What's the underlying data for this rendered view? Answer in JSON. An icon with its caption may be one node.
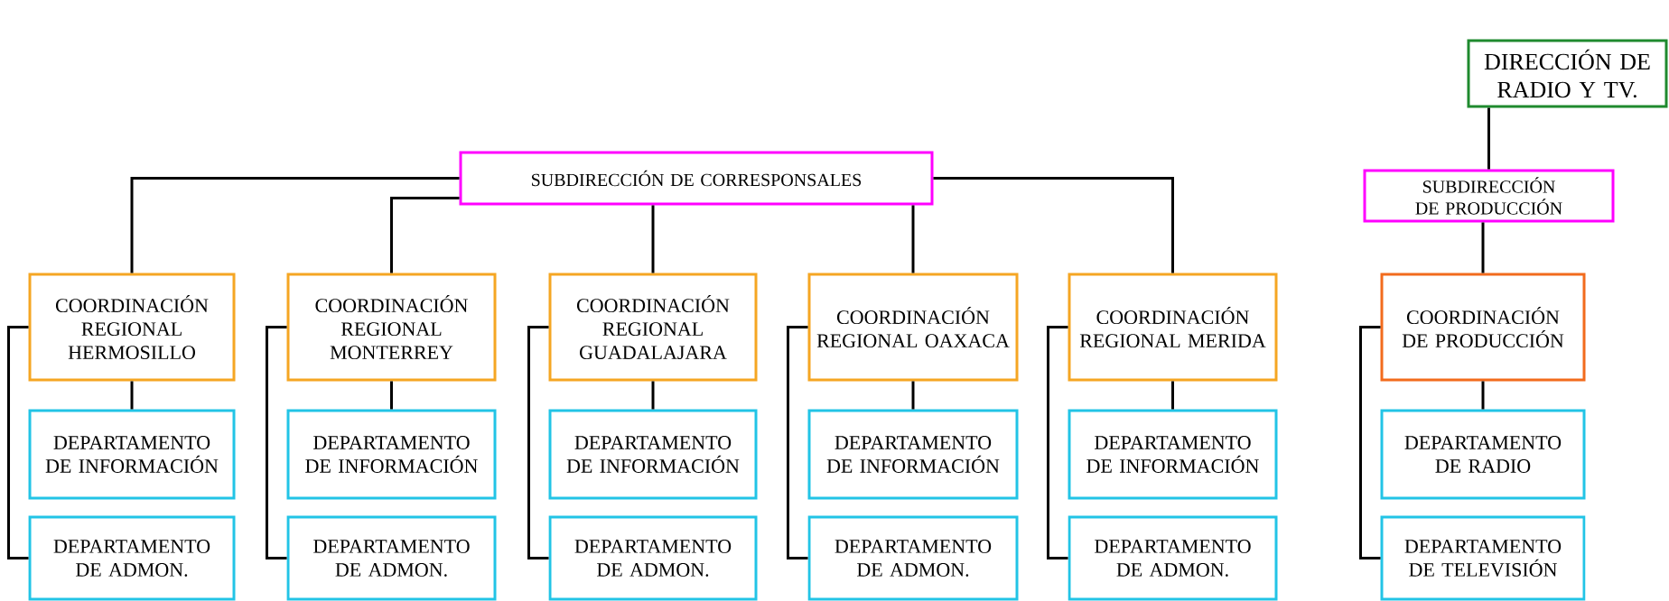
{
  "diagram": {
    "nodes": [
      {
        "text": [
          "DIRECCIÓN DE RADIO Y TV."
        ]
      },
      {
        "text": [
          "SUBDIRECCIÓN DE CORRESPONSALES"
        ]
      },
      {
        "text": [
          "SUBDIRECCIÓN DE PRODUCCIÓN"
        ]
      },
      {
        "text": [
          "COORDINACIÓN REGIONAL HERMOSILLO"
        ]
      },
      {
        "text": [
          "COORDINACIÓN REGIONAL MONTERREY"
        ]
      },
      {
        "text": [
          "COORDINACIÓN REGIONAL GUADALAJARA"
        ]
      },
      {
        "text": [
          "COORDINACIÓN REGIONAL OAXACA"
        ]
      },
      {
        "text": [
          "COORDINACIÓN REGIONAL MERIDA"
        ]
      },
      {
        "text": [
          "COORDINACIÓN DE PRODUCCIÓN"
        ]
      },
      {
        "text": [
          "DEPARTAMENTO DE INFORMACIÓN"
        ]
      },
      {
        "text": [
          "DEPARTAMENTO DE INFORMACIÓN"
        ]
      },
      {
        "text": [
          "DEPARTAMENTO DE INFORMACIÓN"
        ]
      },
      {
        "text": [
          "DEPARTAMENTO DE INFORMACIÓN"
        ]
      },
      {
        "text": [
          "DEPARTAMENTO DE INFORMACIÓN"
        ]
      },
      {
        "text": [
          "DEPARTAMENTO DE RADIO"
        ]
      },
      {
        "text": [
          "DEPARTAMENTO DE ADMON."
        ]
      },
      {
        "text": [
          "DEPARTAMENTO DE ADMON."
        ]
      },
      {
        "text": [
          "DEPARTAMENTO DE ADMON."
        ]
      },
      {
        "text": [
          "DEPARTAMENTO DE ADMON."
        ]
      },
      {
        "text": [
          "DEPARTAMENTO DE ADMON."
        ]
      },
      {
        "text": [
          "DEPARTAMENTO DE TELEVISIÓN"
        ]
      }
    ],
    "edges": [
      {
        "from": 0,
        "to": 2,
        "arrow": "none"
      },
      {
        "from": 1,
        "to": 3,
        "arrow": "none"
      },
      {
        "from": 1,
        "to": 4,
        "arrow": "none"
      },
      {
        "from": 1,
        "to": 5,
        "arrow": "none"
      },
      {
        "from": 1,
        "to": 6,
        "arrow": "none"
      },
      {
        "from": 1,
        "to": 7,
        "arrow": "none"
      },
      {
        "from": 2,
        "to": 8,
        "arrow": "none"
      },
      {
        "from": 3,
        "to": 9,
        "arrow": "none"
      },
      {
        "from": 4,
        "to": 10,
        "arrow": "none"
      },
      {
        "from": 5,
        "to": 11,
        "arrow": "none"
      },
      {
        "from": 6,
        "to": 12,
        "arrow": "none"
      },
      {
        "from": 7,
        "to": 13,
        "arrow": "none"
      },
      {
        "from": 8,
        "to": 14,
        "arrow": "none"
      },
      {
        "from": 3,
        "to": 15,
        "arrow": "none"
      },
      {
        "from": 4,
        "to": 16,
        "arrow": "none"
      },
      {
        "from": 5,
        "to": 17,
        "arrow": "none"
      },
      {
        "from": 6,
        "to": 18,
        "arrow": "none"
      },
      {
        "from": 7,
        "to": 19,
        "arrow": "none"
      },
      {
        "from": 8,
        "to": 20,
        "arrow": "none"
      }
    ]
  }
}
